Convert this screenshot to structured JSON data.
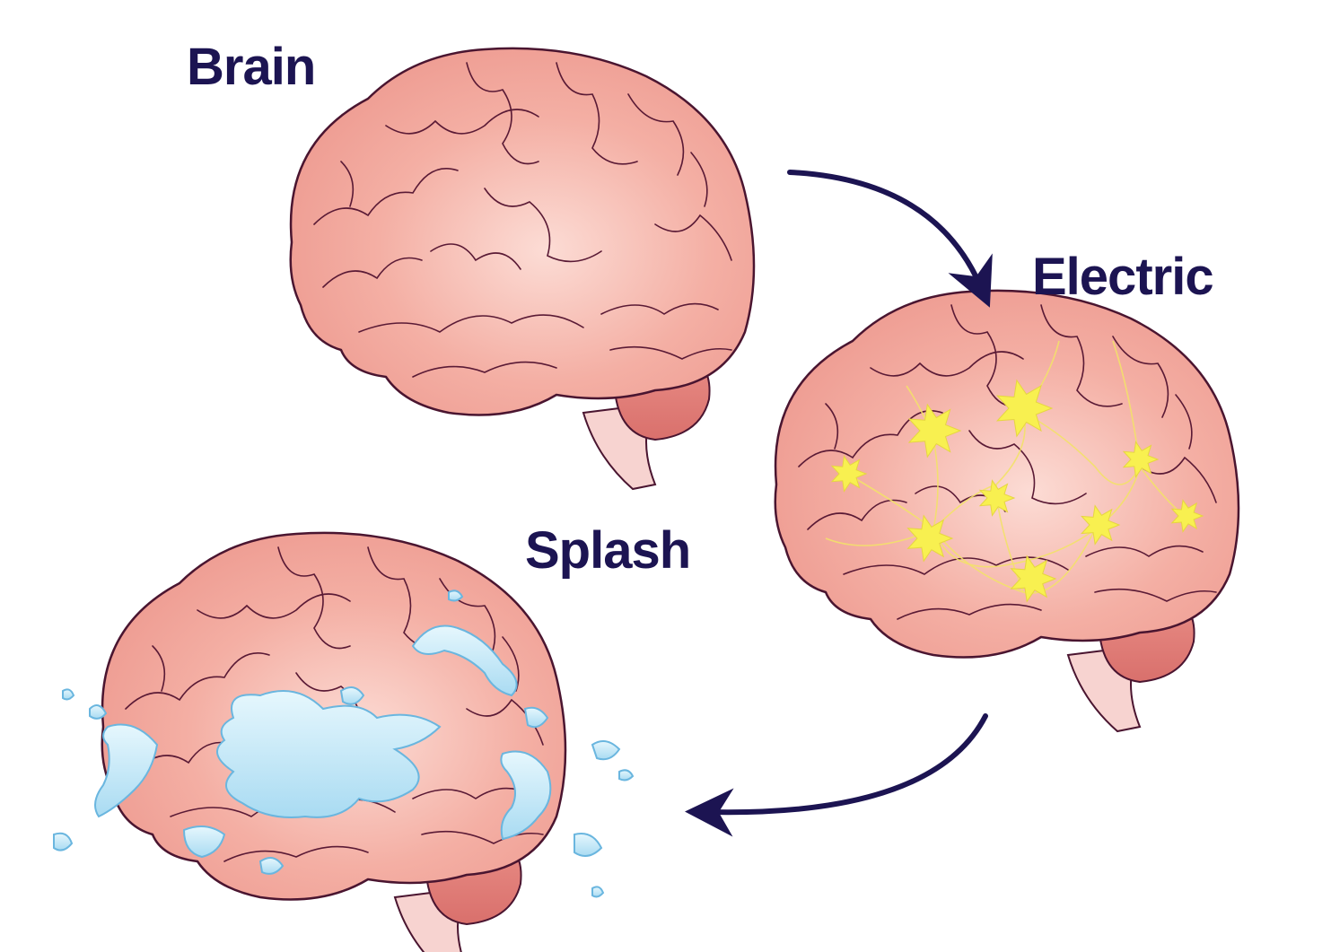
{
  "labels": {
    "brain": "Brain",
    "electric": "Electric",
    "splash": "Splash"
  },
  "colors": {
    "label": "#1c1452",
    "arrow": "#1c1452",
    "brain_fill": "#f2a99f",
    "brain_light": "#fbd6cf",
    "brain_outline": "#4a1530",
    "cerebellum": "#e0807a",
    "stem": "#f7d3d0",
    "spark": "#f8f050",
    "water": "#bfe6f6",
    "water_edge": "#6ab6df"
  },
  "diagram": {
    "stages": [
      "Brain",
      "Electric",
      "Splash"
    ],
    "flow": [
      {
        "from": "Brain",
        "to": "Electric"
      },
      {
        "from": "Electric",
        "to": "Splash"
      }
    ]
  }
}
